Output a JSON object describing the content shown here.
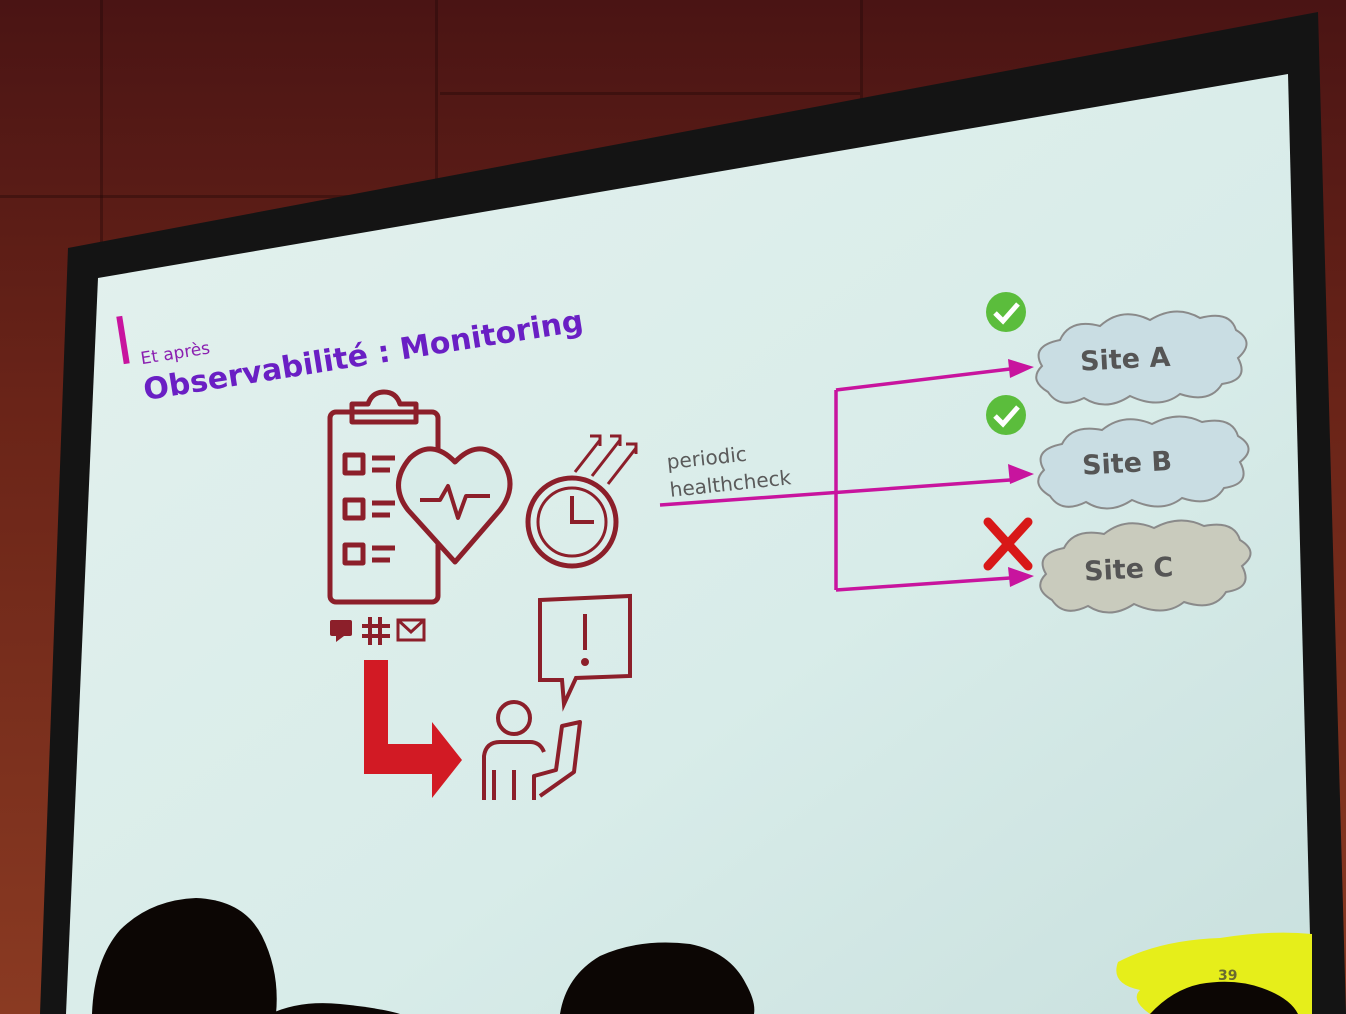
{
  "slide": {
    "subtitle": "Et après",
    "title": "Observabilité : Monitoring",
    "caption_line1": "periodic",
    "caption_line2": "healthcheck",
    "page_number": "39"
  },
  "sites": [
    {
      "label": "Site  A",
      "status": "ok"
    },
    {
      "label": "Site  B",
      "status": "ok"
    },
    {
      "label": "Site  C",
      "status": "failed"
    }
  ],
  "colors": {
    "accent_pink": "#c8149e",
    "title_purple": "#6a1fc4",
    "icon_red": "#8c1f2a",
    "alert_arrow": "#d21a24",
    "check_green": "#5bbd3c",
    "fail_red": "#d81818",
    "cloud_fill": "#c9dde3",
    "cloud_fill_failed": "#c9cbbd"
  }
}
